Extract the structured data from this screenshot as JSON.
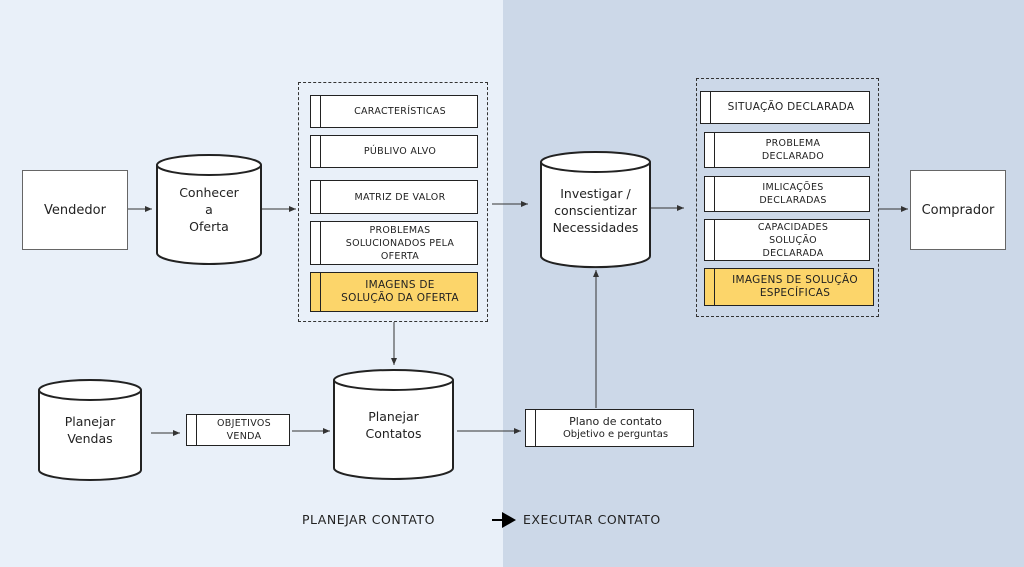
{
  "nodes": {
    "vendedor": "Vendedor",
    "comprador": "Comprador",
    "conhecer_oferta": "Conhecer\na\nOferta",
    "investigar": "Investigar /\nconscientizar\nNecessidades",
    "planejar_vendas": "Planejar\nVendas",
    "planejar_contatos": "Planejar\nContatos",
    "objetivos_venda": "OBJETIVOS\nVENDA",
    "plano_contato_title": "Plano de contato",
    "plano_contato_sub": "Objetivo e perguntas"
  },
  "offer_items": [
    "CARACTERÍSTICAS",
    "PÚBLIVO ALVO",
    "MATRIZ DE VALOR",
    "PROBLEMAS\nSOLUCIONADOS PELA\nOFERTA",
    "IMAGENS DE\nSOLUÇÃO DA OFERTA"
  ],
  "buyer_items": [
    "SITUAÇÃO DECLARADA",
    "PROBLEMA\nDECLARADO",
    "IMLICAÇÕES\nDECLARADAS",
    "CAPACIDADES\nSOLUÇÃO\nDECLARADA",
    "IMAGENS DE SOLUÇÃO\nESPECÍFICAS"
  ],
  "footer": {
    "left": "PLANEJAR CONTATO",
    "right": "EXECUTAR CONTATO"
  },
  "colors": {
    "left_background": "#e9f0f9",
    "right_background": "#ccd8e8",
    "highlight": "#fcd56a"
  }
}
